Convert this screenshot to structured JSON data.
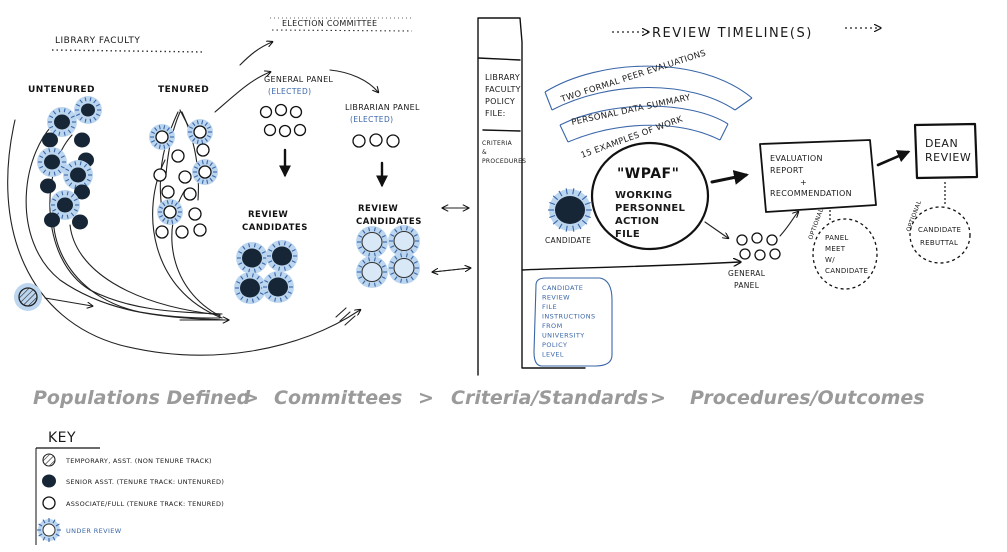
{
  "headings": {
    "library_faculty": "LIBRARY FACULTY",
    "election_committee": "ELECTION COMMITTEE",
    "review_timeline": "REVIEW TIMELINE(S)"
  },
  "populations": {
    "untenured": "UNTENURED",
    "tenured": "TENURED"
  },
  "committees": {
    "general_panel": "GENERAL PANEL",
    "general_panel_sub": "(ELECTED)",
    "librarian_panel": "LIBRARIAN PANEL",
    "librarian_panel_sub": "(ELECTED)",
    "review_candidates_1": [
      "REVIEW",
      "CANDIDATES"
    ],
    "review_candidates_2": [
      "REVIEW",
      "CANDIDATES"
    ]
  },
  "policy_file": {
    "lines": [
      "LIBRARY",
      "FACULTY",
      "POLICY",
      "FILE:"
    ],
    "sub": [
      "CRITERIA",
      "&",
      "PROCEDURES"
    ]
  },
  "arc_items": [
    "TWO FORMAL PEER EVALUATIONS",
    "PERSONAL DATA SUMMARY",
    "15 EXAMPLES OF WORK"
  ],
  "wpaf": {
    "title": "\"WPAF\"",
    "lines": [
      "WORKING",
      "PERSONNEL",
      "ACTION",
      "FILE"
    ]
  },
  "candidate": "CANDIDATE",
  "candidate_file": [
    "CANDIDATE",
    "REVIEW",
    "FILE",
    "INSTRUCTIONS",
    "FROM",
    "UNIVERSITY",
    "POLICY",
    "LEVEL"
  ],
  "general_panel_2": [
    "GENERAL",
    "PANEL"
  ],
  "evaluation": [
    "EVALUATION",
    "REPORT",
    "+",
    "RECOMMENDATION"
  ],
  "dean_review": [
    "DEAN",
    "REVIEW"
  ],
  "optional_panel": {
    "label": "OPTIONAL",
    "lines": [
      "PANEL",
      "MEET",
      "W/",
      "CANDIDATE"
    ]
  },
  "optional_rebuttal": {
    "label": "OPTIONAL",
    "lines": [
      "CANDIDATE",
      "REBUTTAL"
    ]
  },
  "stages": [
    "Populations Defined",
    "Committees",
    "Criteria/Standards",
    "Procedures/Outcomes"
  ],
  "stage_separator": ">",
  "key": {
    "title": "KEY",
    "items": [
      {
        "label": "TEMPORARY, ASST. (NON TENURE TRACK)",
        "icon": "hatched-circle-icon"
      },
      {
        "label": "SENIOR ASST. (TENURE TRACK: UNTENURED)",
        "icon": "filled-circle-icon"
      },
      {
        "label": "ASSOCIATE/FULL (TENURE TRACK: TENURED)",
        "icon": "hollow-circle-icon"
      },
      {
        "label": "UNDER REVIEW",
        "icon": "blue-halo-icon"
      }
    ]
  },
  "colors": {
    "ink": "#111111",
    "halo": "#bcd6ef",
    "accent_blue": "#3a66a8",
    "stage_gray": "#9a9a9a"
  }
}
